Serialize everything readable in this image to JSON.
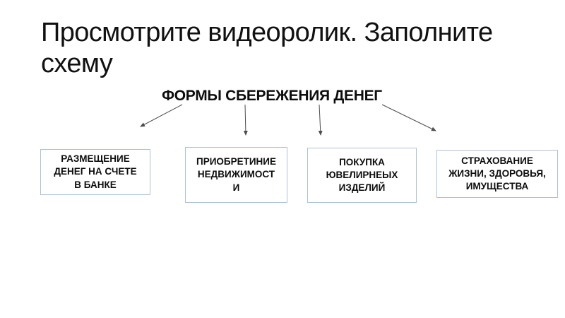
{
  "slide": {
    "title": "Просмотрите видеоролик. Заполните схему",
    "title_lines": [
      "Просмотрите видеоролик. Заполните",
      "схему"
    ],
    "diagram": {
      "heading": "ФОРМЫ СБЕРЕЖЕНИЯ ДЕНЕГ",
      "boxes": [
        {
          "label": "РАЗМЕЩЕНИЕ ДЕНЕГ НА СЧЕТЕ В БАНКЕ",
          "lines": [
            "РАЗМЕЩЕНИЕ",
            "ДЕНЕГ НА СЧЕТЕ",
            "В БАНКЕ"
          ]
        },
        {
          "label": "ПРИОБРЕТИНИЕ НЕДВИЖИМОСТИ",
          "lines": [
            "ПРИОБРЕТИНИЕ",
            "НЕДВИЖИМОСТ",
            "И"
          ]
        },
        {
          "label": "ПОКУПКА ЮВЕЛИРНЕЫХ ИЗДЕЛИЙ",
          "lines": [
            "ПОКУПКА",
            "ЮВЕЛИРНЕЫХ",
            "ИЗДЕЛИЙ"
          ]
        },
        {
          "label": "СТРАХОВАНИЕ ЖИЗНИ, ЗДОРОВЬЯ, ИМУЩЕСТВА",
          "lines": [
            "СТРАХОВАНИЕ",
            "ЖИЗНИ, ЗДОРОВЬЯ,",
            "ИМУЩЕСТВА"
          ]
        }
      ],
      "border_color": "#aec1d6",
      "arrow_color": "#4d4d4d",
      "text_color": "#0d0d0d"
    }
  }
}
